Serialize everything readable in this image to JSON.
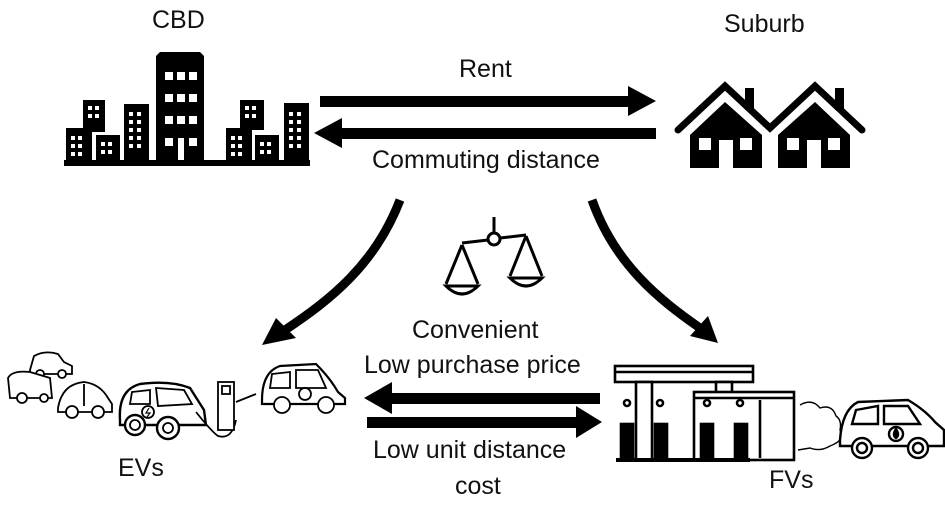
{
  "nodes": {
    "cbd": "CBD",
    "suburb": "Suburb",
    "evs": "EVs",
    "fvs": "FVs"
  },
  "edges": {
    "rent": "Rent",
    "commuting": "Commuting distance",
    "convenient": "Convenient",
    "low_purchase": "Low purchase price",
    "low_unit_line1": "Low unit distance",
    "low_unit_line2": "cost"
  },
  "icons": [
    "city-buildings-icon",
    "houses-icon",
    "balance-scale-icon",
    "electric-cars-icon",
    "charging-station-icon",
    "gas-station-icon",
    "fuel-car-icon"
  ],
  "colors": {
    "ink": "#000000",
    "background": "#ffffff"
  }
}
